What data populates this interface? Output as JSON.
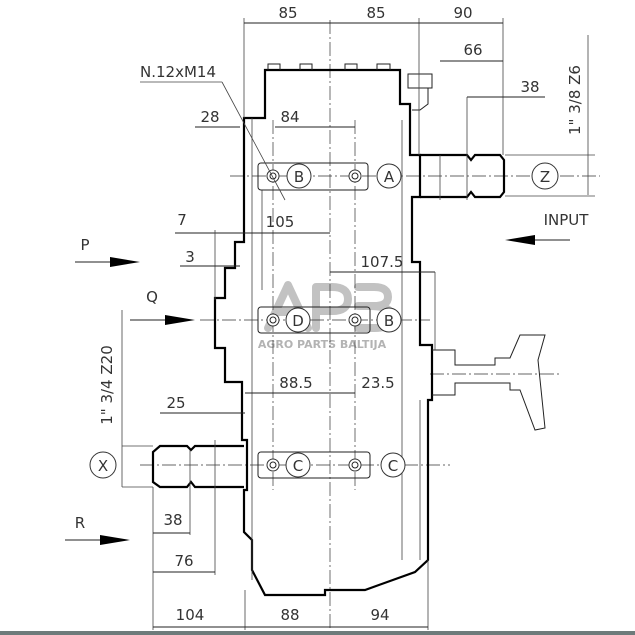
{
  "drawing": {
    "top_dims": [
      "85",
      "85",
      "90"
    ],
    "input_dims": [
      "66",
      "38"
    ],
    "input_thread": "1\" 3/8 Z6",
    "bolt_note": "N.12xM14",
    "dims_upper": {
      "d28": "28",
      "d84": "84",
      "d105": "105",
      "d7": "7",
      "d3": "3",
      "d107_5": "107.5"
    },
    "dims_middle": {
      "d88_5": "88.5",
      "d23_5": "23.5",
      "d25": "25"
    },
    "output_thread": "1\" 3/4 Z20",
    "output_dims": [
      "38",
      "76"
    ],
    "bottom_dims": [
      "104",
      "88",
      "94"
    ],
    "ports": {
      "top_left": "B",
      "top_right": "A",
      "input": "Z",
      "mid_left": "D",
      "mid_right": "B",
      "bot_left": "C",
      "bot_right": "C",
      "output": "X"
    },
    "arrows": {
      "p": "P",
      "q": "Q",
      "r": "R",
      "input": "INPUT"
    }
  },
  "watermark": {
    "logo": "APB",
    "text": "AGRO PARTS BALTIJA"
  },
  "colors": {
    "line": "#222222",
    "watermark": "#9a9a9a",
    "footer_bar": "#6e7b7b"
  }
}
